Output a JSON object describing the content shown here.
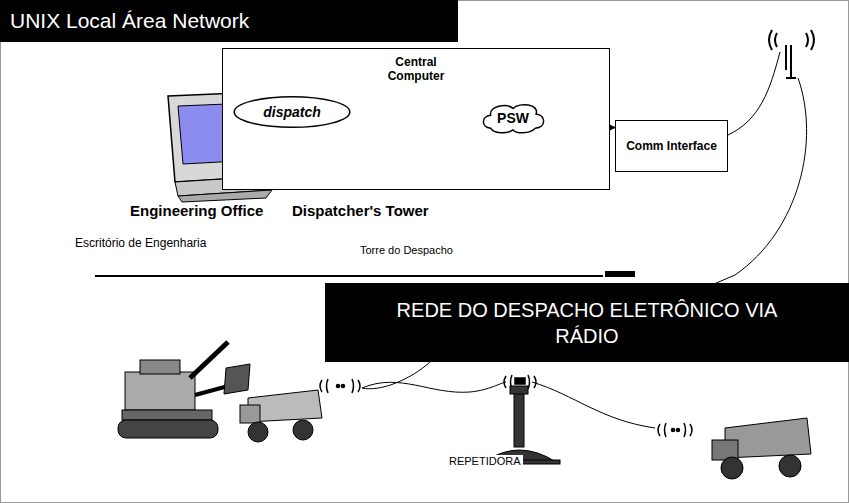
{
  "diagram": {
    "title": "UNIX Local Área Network",
    "nodes": [
      {
        "text": [
          "Central Computer"
        ]
      },
      {
        "text": [
          "dispatch"
        ],
        "in": 0
      },
      {
        "text": [
          "PSW"
        ],
        "in": 0
      },
      {
        "text": [
          "Comm Interface"
        ]
      },
      {
        "text": [
          "REDE DO DESPACHO ELETRÔNICO VIA RÁDIO"
        ]
      }
    ],
    "edges": [
      {
        "from": 1,
        "to": 2,
        "arrow": "both"
      },
      {
        "from": 2,
        "to": 3,
        "arrow": "both"
      }
    ],
    "labels": [
      "Engineering Office",
      "Escritório de Engenharia",
      "Dispatcher's Tower",
      "Torre do Despacho",
      "REPETIDORA"
    ]
  }
}
